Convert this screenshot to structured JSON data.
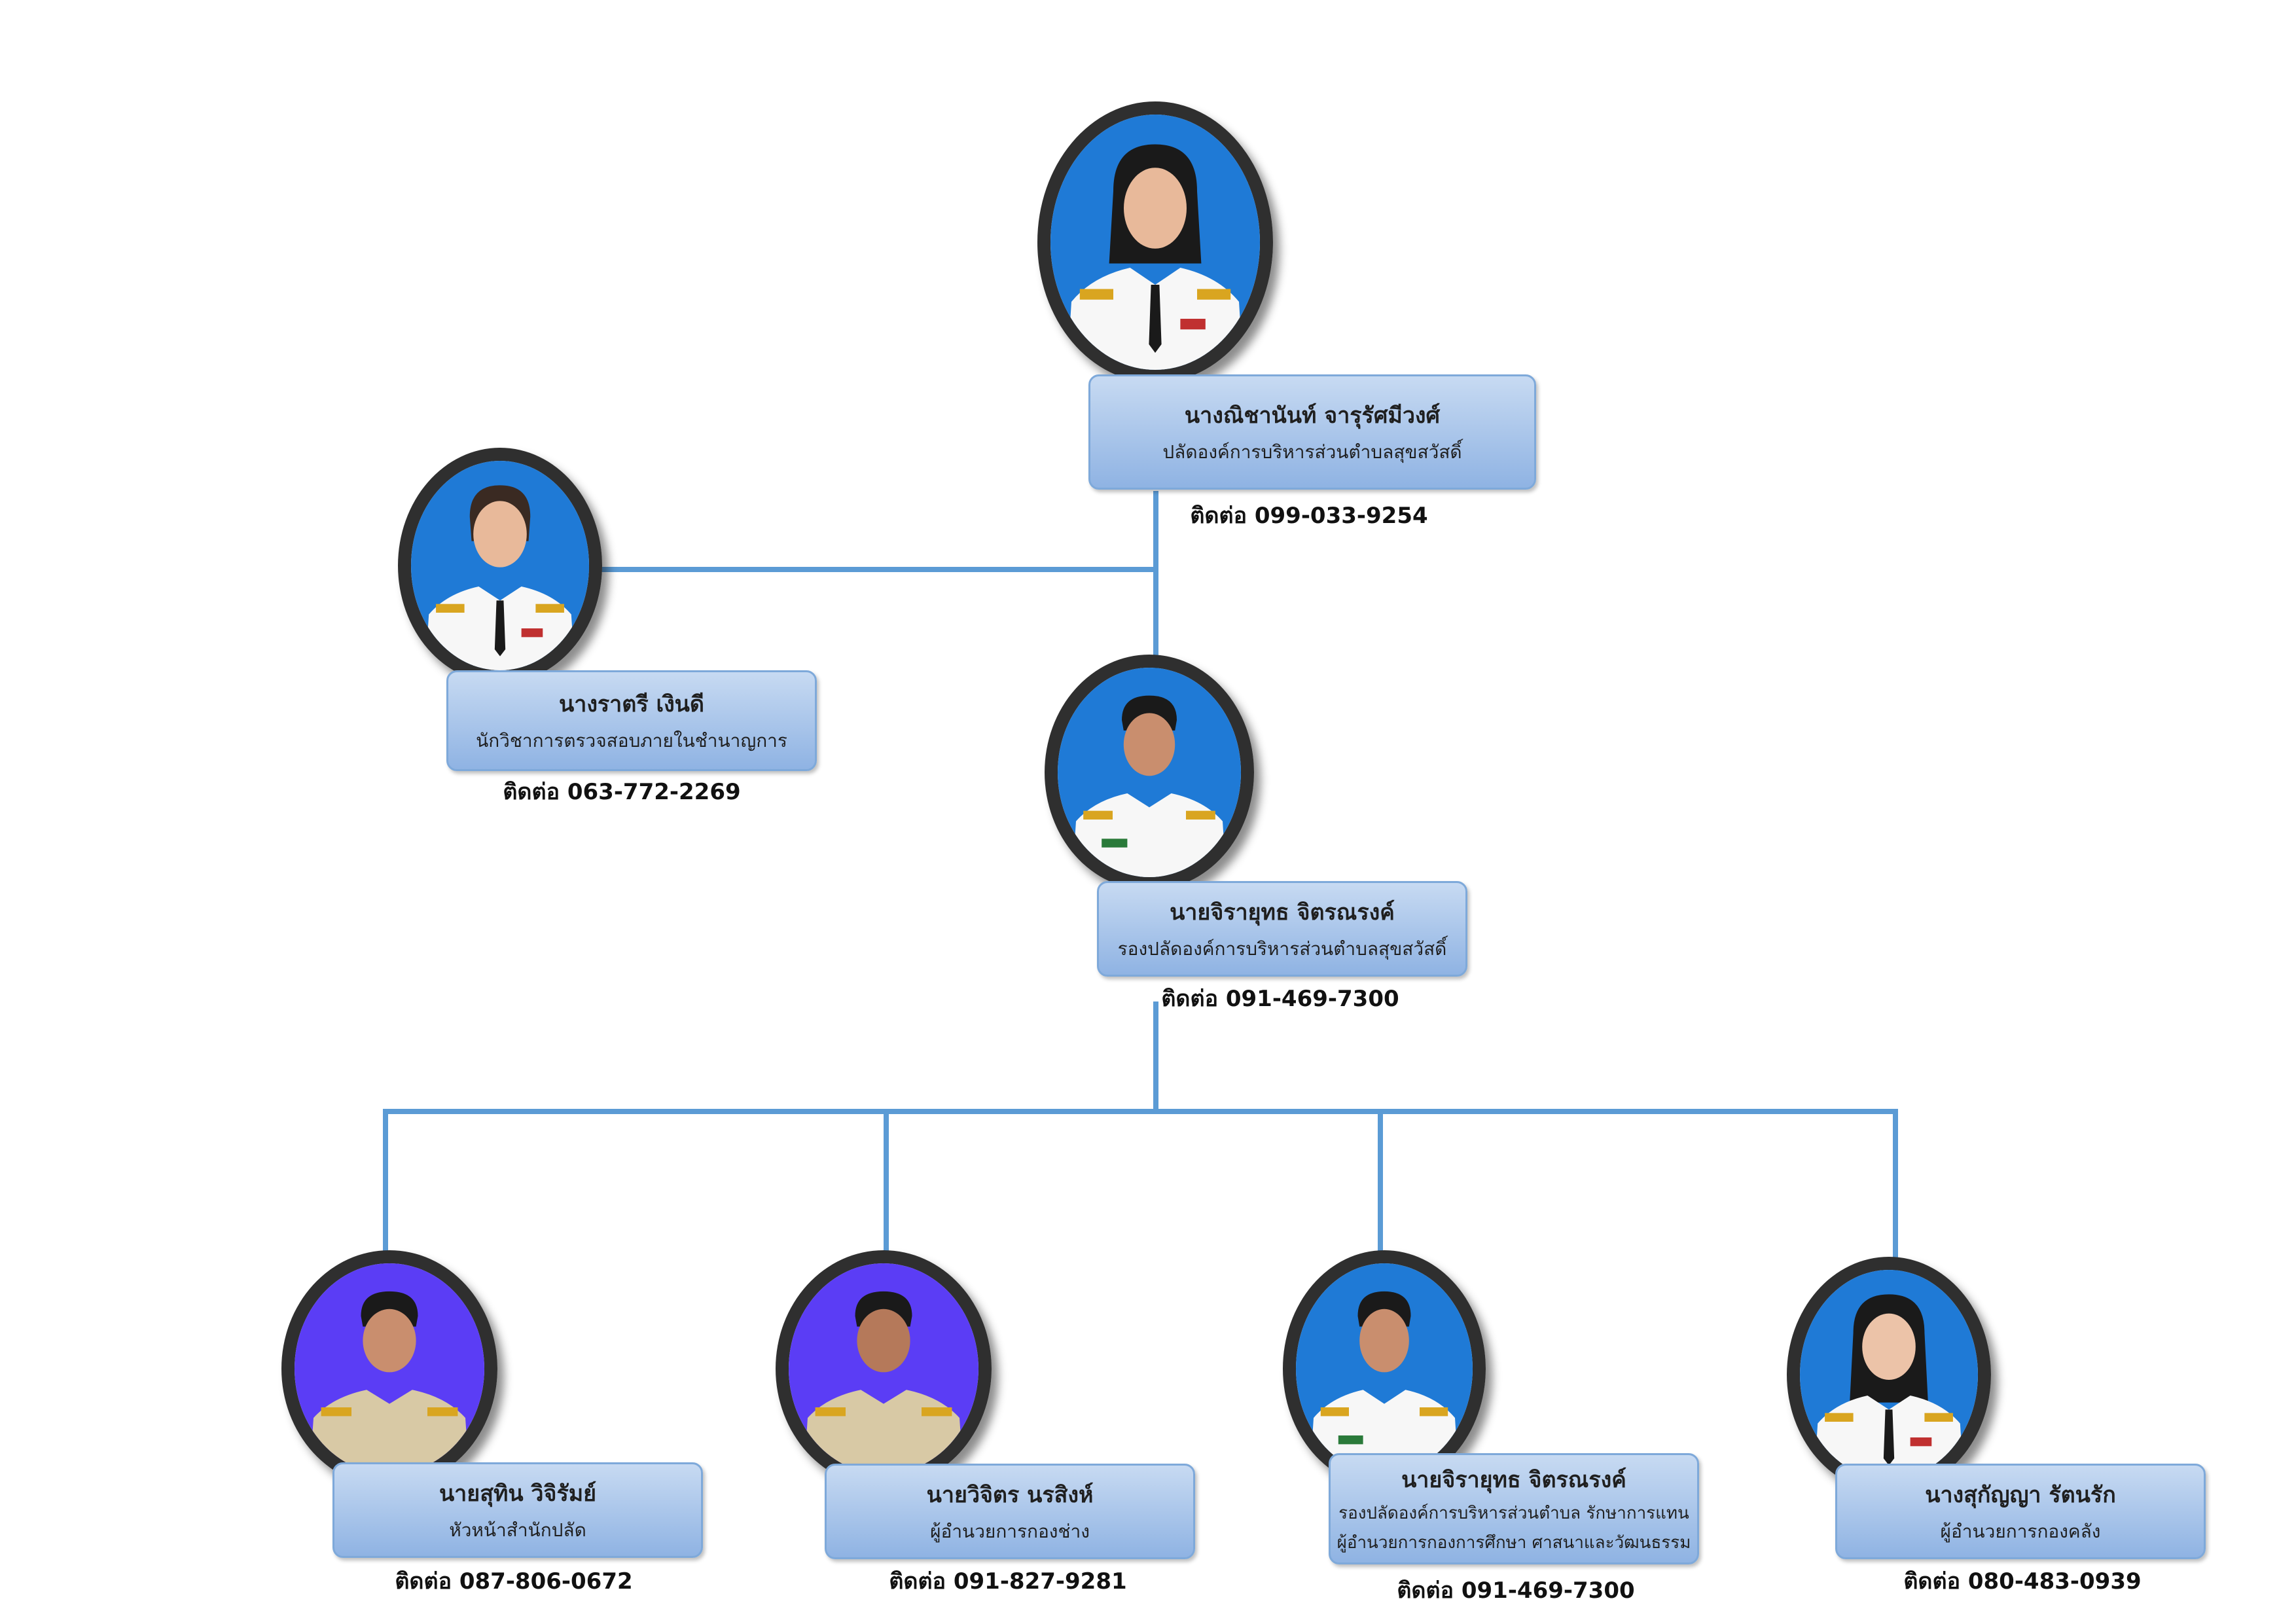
{
  "colors": {
    "connector": "#5b9bd5",
    "box_top": "#c7daf2",
    "box_bottom": "#8fb3e3",
    "photo_frame": "#2f2f2f",
    "bg_blue": "#1f7ad6",
    "bg_purple": "#5b3df5"
  },
  "people": {
    "chief": {
      "name": "นางณิชานันท์ จารุรัศมีวงศ์",
      "role": "ปลัดองค์การบริหารส่วนตำบลสุขสวัสดิ์",
      "contact": "ติดต่อ 099-033-9254"
    },
    "auditor": {
      "name": "นางราตรี  เงินดี",
      "role": "นักวิชาการตรวจสอบภายในชำนาญการ",
      "contact": "ติดต่อ 063-772-2269"
    },
    "deputy": {
      "name": "นายจิรายุทธ  จิตรณรงค์",
      "role": "รองปลัดองค์การบริหารส่วนตำบลสุขสวัสดิ์",
      "contact": "ติดต่อ 091-469-7300"
    },
    "office_head": {
      "name": "นายสุทิน  วิจิรัมย์",
      "role": "หัวหน้าสำนักปลัด",
      "contact": "ติดต่อ 087-806-0672"
    },
    "engineering": {
      "name": "นายวิจิตร  นรสิงห์",
      "role": "ผู้อำนวยการกองช่าง",
      "contact": "ติดต่อ 091-827-9281"
    },
    "education": {
      "name": "นายจิรายุทธ จิตรณรงค์",
      "role": "รองปลัดองค์การบริหารส่วนตำบล รักษาการแทน",
      "role2": "ผู้อำนวยการกองการศึกษา ศาสนาและวัฒนธรรม",
      "contact": "ติดต่อ 091-469-7300"
    },
    "finance": {
      "name": "นางสุกัญญา  รัตนรัก",
      "role": "ผู้อำนวยการกองคลัง",
      "contact": "ติดต่อ 080-483-0939"
    }
  }
}
